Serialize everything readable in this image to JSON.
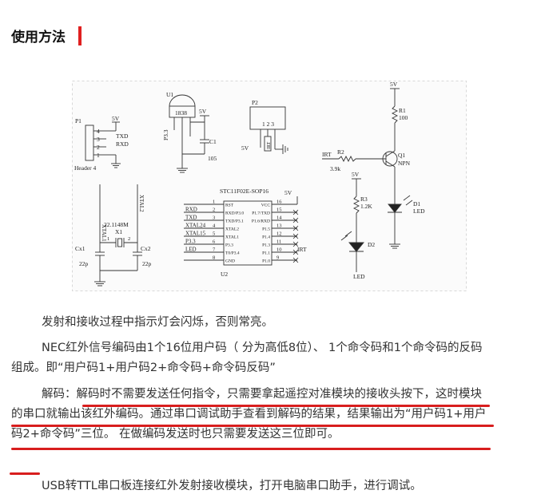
{
  "header": {
    "title": "使用方法"
  },
  "schematic": {
    "p1": "P1",
    "p1_pins": [
      "4",
      "3",
      "2",
      "1"
    ],
    "p1_txd": "TXD",
    "p1_rxd": "RXD",
    "p1_5v": "5V",
    "p1_name": "Header 4",
    "u1": "U1",
    "u1_part": "1838",
    "u1_5v": "5V",
    "u1_p31": "P3.3",
    "c1": "C1",
    "c1_val": "105",
    "p2": "P2",
    "p2_pins": "1 2 3",
    "p2_5v": "5V",
    "p2_irt": "IRT",
    "r1_5v": "5V",
    "r1": "R1",
    "r1_val": "100",
    "q1": "Q1",
    "q1_type": "NPN",
    "irt": "IRT",
    "r2": "R2",
    "r2_val": "3.9k",
    "r3_5v": "5V",
    "r3": "R3",
    "r3_val": "1.2K",
    "d1": "D1",
    "d1_led": "LED",
    "d2": "D2",
    "d2_led": "LED",
    "xtal1": "XTAL1",
    "xtal2": "XTAL2",
    "x1": "X1",
    "x1_val": "22.1148M",
    "cx1": "Cx1",
    "cx1_val": "22p",
    "cx2": "Cx2",
    "cx2_val": "22p",
    "u2_name": "STC11F02E-SOP16",
    "u2_5v": "5V",
    "u2": "U2",
    "u2_left_pins": [
      {
        "num": "1",
        "net": "",
        "pin": "RST"
      },
      {
        "num": "2",
        "net": "RXD",
        "pin": "RXD/P3.0"
      },
      {
        "num": "3",
        "net": "TXD",
        "pin": "TXD/P3.1"
      },
      {
        "num": "4",
        "net": "XTAL24",
        "pin": "XTAL2"
      },
      {
        "num": "5",
        "net": "XTAL15",
        "pin": "XTAL1"
      },
      {
        "num": "6",
        "net": "P3.3",
        "pin": "P3.3"
      },
      {
        "num": "7",
        "net": "LED",
        "pin": "T0/P3.4"
      },
      {
        "num": "8",
        "net": "",
        "pin": "GND"
      }
    ],
    "u2_right_pins": [
      {
        "num": "16",
        "pin": "VCC"
      },
      {
        "num": "15",
        "pin": "P1.7/TXD"
      },
      {
        "num": "14",
        "pin": "P1.6/RXD"
      },
      {
        "num": "13",
        "pin": "P1.5"
      },
      {
        "num": "12",
        "pin": "P1.4"
      },
      {
        "num": "11",
        "pin": "P1.3"
      },
      {
        "num": "10",
        "pin": "P1.1"
      },
      {
        "num": "9",
        "pin": "P1.0"
      }
    ],
    "u2_irt": "IRT"
  },
  "body": {
    "p1": "发射和接收过程中指示灯会闪烁，否则常亮。",
    "p2": "NEC红外信号编码由1个16位用户码（ 分为高低8位）、 1个命令码和1个命令码的反码组成。即“用户码1+用户码2+命令码+命令码反码”",
    "p3": "解码：解码时不需要发送任何指令，只需要拿起遥控对准模块的接收头按下，这时模块的串口就输出该红外编码。通过串口调试助手查看到解码的结果，结果输出为“用户码1+用户码2+命令码”三位。 在做编码发送时也只需要发送这三位即可。",
    "p4": "USB转TTL串口板连接红外发射接收模块，打开电脑串口助手，进行调试。"
  },
  "colors": {
    "accent": "#e02020",
    "underline": "#d81e1e",
    "grid": "#cfcfcf"
  }
}
